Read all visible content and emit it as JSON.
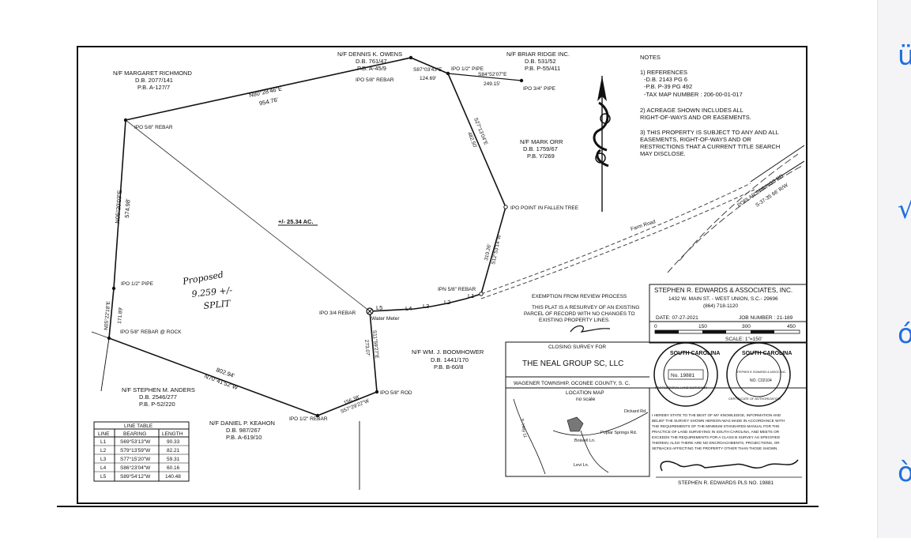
{
  "sidepanel": {
    "icons": [
      "ü",
      "√",
      "ó",
      "ò"
    ]
  },
  "plat": {
    "owners": {
      "richmond": [
        "N/F MARGARET RICHMOND",
        "D.B. 2077/141",
        "P.B. A-127/7"
      ],
      "owens": [
        "N/F DENNIS K. OWENS",
        "D.B. 761/47",
        "P.B. A-45/9"
      ],
      "briar": [
        "N/F BRIAR RIDGE INC.",
        "D.B. 531/52",
        "P.B. P-55/411"
      ],
      "orr": [
        "N/F MARK ORR",
        "D.B. 1759/67",
        "P.B. Y/269"
      ],
      "boomhower": [
        "N/F WM. J. BOOMHOWER",
        "D.B. 1441/170",
        "P.B. B-60/8"
      ],
      "anders": [
        "N/F STEPHEN M. ANDERS",
        "D.B. 2546/277",
        "P.B. P-52/220"
      ],
      "keahon": [
        "N/F DANIEL P. KEAHON",
        "D.B. 987/267",
        "P.B. A-619/10"
      ]
    },
    "bearings": {
      "b1": "N80°28'46\"E",
      "d1": "954.76'",
      "b2": "S87°03'43\"E",
      "d2": "124.69'",
      "b3": "S84°52'07\"E",
      "d3": "249.15'",
      "b4": "S27°13'04\"E",
      "d4": "482.50'",
      "b5": "S12°53'14\"W",
      "d5": "310.26'",
      "b6": "S11°59'27\"E",
      "d6": "273.07'",
      "b7": "S57°29'22\"W",
      "d7": "156.38'",
      "b8": "N70°41'52\"W",
      "d8": "802.94'",
      "b9": "N05°22'18\"E",
      "d9": "171.89'",
      "b10": "N05°20'03\"E",
      "d10": "574.98'"
    },
    "markers": {
      "ipo_rebar_nw": "IPO 5/8\" REBAR",
      "ipo_rebar_top": "IPO 5/8\" REBAR",
      "ipo_pipe_top": "IPO 1/2\" PIPE",
      "ipo_pipe_34": "IPO 3/4\" PIPE",
      "fallen_tree": "IPO POINT IN FALLEN TREE",
      "ipn_rebar": "IPN 5/8\" REBAR",
      "ipo_34_rebar": "IPO 3/4 REBAR",
      "water_meter": "Water Meter",
      "ipo_rod": "IPO 5/8\" ROD",
      "ipo_pipe_bottom": "IPO 1/2\" REBAR",
      "ipo_pipe_west": "IPO 1/2\" PIPE",
      "ipo_rebar_rock": "IPO 5/8\" REBAR @ ROCK"
    },
    "acreage": "+/- 25.34 AC.",
    "handwritten": [
      "Proposed",
      "9.259 +/-",
      "SPLIT"
    ],
    "line_labels": [
      "L1",
      "L2",
      "L3",
      "L4",
      "L5"
    ],
    "road": "POPLAR SPRINGS RD.",
    "road_rw": "S-37-35  66' R/W",
    "farm_road": "Farm Road",
    "notes": [
      "NOTES",
      "1) REFERENCES",
      "-D.B. 2143 PG 6",
      "-P.B. P-39 PG 492",
      "-TAX MAP NUMBER : 206-00-01-017",
      "2) ACREAGE SHOWN INCLUDES ALL",
      "RIGHT-OF-WAYS AND OR EASEMENTS.",
      "3) THIS PROPERTY IS SUBJECT TO ANY AND ALL",
      "EASEMENTS, RIGHT-OF-WAYS AND OR",
      "RESTRICTIONS THAT A CURRENT TITLE SEARCH",
      "MAY DISCLOSE."
    ],
    "exemption": [
      "EXEMPTION FROM REVIEW PROCESS",
      "THIS PLAT IS A RESURVEY OF AN EXISTING",
      "PARCEL OF RECORD WITH NO CHANGES TO",
      "EXISTING PROPERTY LINES."
    ],
    "company": [
      "STEPHEN R. EDWARDS & ASSOCIATES, INC.",
      "1432 W. MAIN ST. - WEST UNION, S.C.- 29696",
      "(864) 718-1120"
    ],
    "date": "DATE: 07-27-2021",
    "job": "JOB NUMBER : 21-189",
    "scale_ticks": [
      "0",
      "150",
      "300",
      "450"
    ],
    "scale": "SCALE: 1\"=150'",
    "closing": "CLOSING SURVEY FOR",
    "client": "THE NEAL GROUP SC, LLC",
    "township": "WAGENER TOWNSHIP, OCONEE COUNTY, S. C.",
    "location_map": "LOCATION MAP",
    "no_scale": "no scale",
    "map_labels": [
      "Dickard Rd.",
      "S. Hwy 11",
      "Boiwell Ln.",
      "Poplar Springs Rd.",
      "Levi Ln."
    ],
    "seal1": [
      "SOUTH CAROLINA",
      "PROFESSIONAL LAND SURVEYOR",
      "No. 19881"
    ],
    "seal2": [
      "SOUTH CAROLINA",
      "STEPHEN R. EDWARDS & ASSOC. INC.",
      "NO. C02104",
      "CERTIFICATE OF AUTHORIZATION"
    ],
    "certification": [
      "I HEREBY STATE TO THE BEST OF MY KNOWLEDGE, INFORMATION AND",
      "BELIEF THE SURVEY SHOWN HEREON WAS MADE IN ACCORDANCE WITH",
      "THE REQUIREMENTS OF THE MINIMUM STANDARDS MANUAL FOR THE",
      "PRACTICE OF LAND SURVEYING IN SOUTH CAROLINA, AND MEETS OR",
      "EXCEEDS THE REQUIREMENTS FOR A CLASS B SURVEY AS SPECIFIED",
      "THEREIN; ALSO THERE ARE NO ENCROACHMENTS, PROJECTIONS, OR",
      "SETBACKS AFFECTING THE PROPERTY OTHER THAN THOSE SHOWN."
    ],
    "signature": "Stephen R. Edwards",
    "signer": "STEPHEN R. EDWARDS PLS NO. 19881",
    "line_table": {
      "title": "LINE TABLE",
      "headers": [
        "LINE",
        "BEARING",
        "LENGTH"
      ],
      "rows": [
        [
          "L1",
          "S69°53'13\"W",
          "90.33"
        ],
        [
          "L2",
          "S79°13'59\"W",
          "82.21"
        ],
        [
          "L3",
          "S77°15'20\"W",
          "59.31"
        ],
        [
          "L4",
          "S86°23'04\"W",
          "60.16"
        ],
        [
          "L5",
          "S89°54'12\"W",
          "140.48"
        ]
      ]
    }
  }
}
